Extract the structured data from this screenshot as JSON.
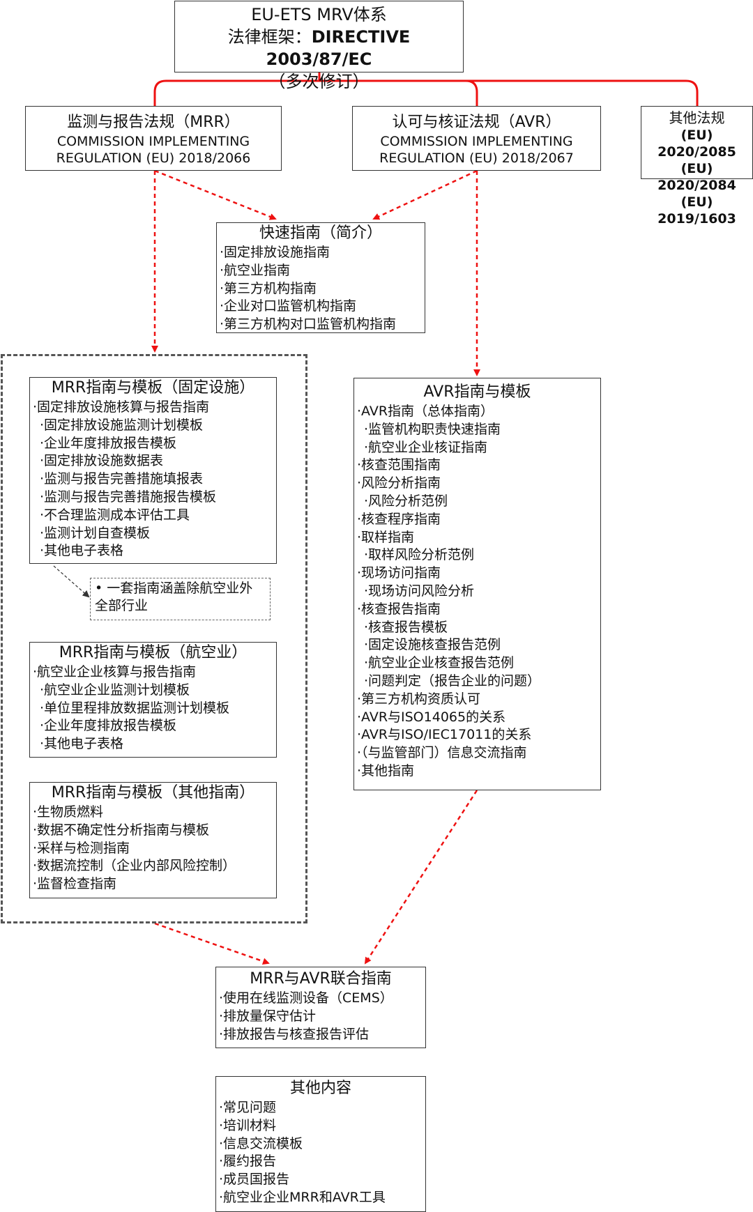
{
  "root": {
    "line1": "EU-ETS MRV体系",
    "line2_prefix": "法律框架：",
    "line2_bold": "DIRECTIVE 2003/87/EC",
    "line3": "（多次修订）"
  },
  "mrr_reg": {
    "title": "监测与报告法规（MRR）",
    "line2": "COMMISSION IMPLEMENTING",
    "line3": "REGULATION (EU) 2018/2066"
  },
  "avr_reg": {
    "title": "认可与核证法规（AVR）",
    "line2": "COMMISSION IMPLEMENTING",
    "line3": "REGULATION (EU) 2018/2067"
  },
  "other_reg": {
    "title": "其他法规",
    "items": [
      "(EU) 2020/2085",
      "(EU) 2020/2084",
      "(EU) 2019/1603"
    ]
  },
  "quick": {
    "title": "快速指南（简介）",
    "items": [
      "·固定排放设施指南",
      "·航空业指南",
      "·第三方机构指南",
      "·企业对口监管机构指南",
      "·第三方机构对口监管机构指南"
    ]
  },
  "mrr_fixed": {
    "title": "MRR指南与模板（固定设施）",
    "items": [
      {
        "t": "·固定排放设施核算与报告指南",
        "l": 1
      },
      {
        "t": "·固定排放设施监测计划模板",
        "l": 2
      },
      {
        "t": "·企业年度排放报告模板",
        "l": 2
      },
      {
        "t": "·固定排放设施数据表",
        "l": 2
      },
      {
        "t": "·监测与报告完善措施填报表",
        "l": 2
      },
      {
        "t": "·监测与报告完善措施报告模板",
        "l": 2
      },
      {
        "t": "·不合理监测成本评估工具",
        "l": 2
      },
      {
        "t": "·监测计划自查模板",
        "l": 2
      },
      {
        "t": "·其他电子表格",
        "l": 2
      }
    ]
  },
  "note": {
    "line1": "• 一套指南涵盖除航空业外",
    "line2": "全部行业"
  },
  "mrr_aviation": {
    "title": "MRR指南与模板（航空业）",
    "items": [
      {
        "t": "·航空业企业核算与报告指南",
        "l": 1
      },
      {
        "t": "·航空业企业监测计划模板",
        "l": 2
      },
      {
        "t": "·单位里程排放数据监测计划模板",
        "l": 2
      },
      {
        "t": "·企业年度排放报告模板",
        "l": 2
      },
      {
        "t": "·其他电子表格",
        "l": 2
      }
    ]
  },
  "mrr_other": {
    "title": "MRR指南与模板（其他指南）",
    "items": [
      {
        "t": "·生物质燃料",
        "l": 1
      },
      {
        "t": "·数据不确定性分析指南与模板",
        "l": 1
      },
      {
        "t": "·采样与检测指南",
        "l": 1
      },
      {
        "t": "·数据流控制（企业内部风险控制）",
        "l": 1
      },
      {
        "t": "·监督检查指南",
        "l": 1
      }
    ]
  },
  "avr_guides": {
    "title": "AVR指南与模板",
    "items": [
      {
        "t": "·AVR指南（总体指南）",
        "l": 1
      },
      {
        "t": "·监管机构职责快速指南",
        "l": 2
      },
      {
        "t": "·航空业企业核证指南",
        "l": 2
      },
      {
        "t": "·核查范围指南",
        "l": 1
      },
      {
        "t": "·风险分析指南",
        "l": 1
      },
      {
        "t": "·风险分析范例",
        "l": 2
      },
      {
        "t": "·核查程序指南",
        "l": 1
      },
      {
        "t": "·取样指南",
        "l": 1
      },
      {
        "t": "·取样风险分析范例",
        "l": 2
      },
      {
        "t": "·现场访问指南",
        "l": 1
      },
      {
        "t": "·现场访问风险分析",
        "l": 2
      },
      {
        "t": "·核查报告指南",
        "l": 1
      },
      {
        "t": "·核查报告模板",
        "l": 2
      },
      {
        "t": "·固定设施核查报告范例",
        "l": 2
      },
      {
        "t": "·航空业企业核查报告范例",
        "l": 2
      },
      {
        "t": "·问题判定（报告企业的问题）",
        "l": 2
      },
      {
        "t": "·第三方机构资质认可",
        "l": 1
      },
      {
        "t": "·AVR与ISO14065的关系",
        "l": 1
      },
      {
        "t": "·AVR与ISO/IEC17011的关系",
        "l": 1
      },
      {
        "t": "·（与监管部门）信息交流指南",
        "l": 1
      },
      {
        "t": "·其他指南",
        "l": 1
      }
    ]
  },
  "joint": {
    "title": "MRR与AVR联合指南",
    "items": [
      "·使用在线监测设备（CEMS）",
      "·排放量保守估计",
      "·排放报告与核查报告评估"
    ]
  },
  "other_content": {
    "title": "其他内容",
    "items": [
      "·常见问题",
      "·培训材料",
      "·信息交流模板",
      "·履约报告",
      "·成员国报告",
      "·航空业企业MRR和AVR工具"
    ]
  },
  "colors": {
    "connector": "#ee1111",
    "border": "#333333",
    "group": "#555555"
  }
}
